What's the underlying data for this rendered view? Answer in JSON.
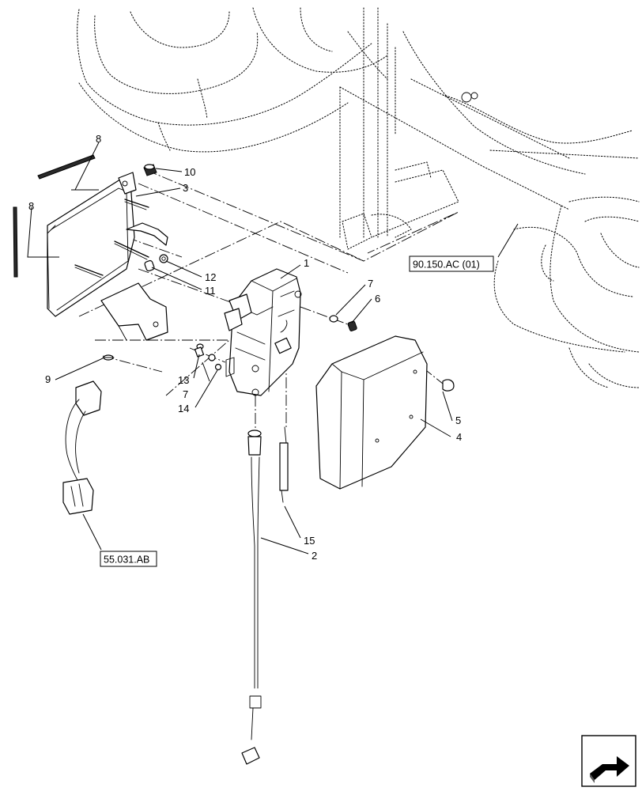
{
  "callouts": {
    "c1": "1",
    "c2": "2",
    "c3": "3",
    "c4": "4",
    "c5": "5",
    "c6": "6",
    "c7_right": "7",
    "c7_left": "7",
    "c8_top": "8",
    "c8_left": "8",
    "c9": "9",
    "c10": "10",
    "c11": "11",
    "c12": "12",
    "c13": "13",
    "c14": "14",
    "c15": "15"
  },
  "references": {
    "ref_cab": "90.150.AC (01)",
    "ref_harness": "55.031.AB"
  },
  "icons": {
    "nav": "next-page-arrow-icon"
  }
}
